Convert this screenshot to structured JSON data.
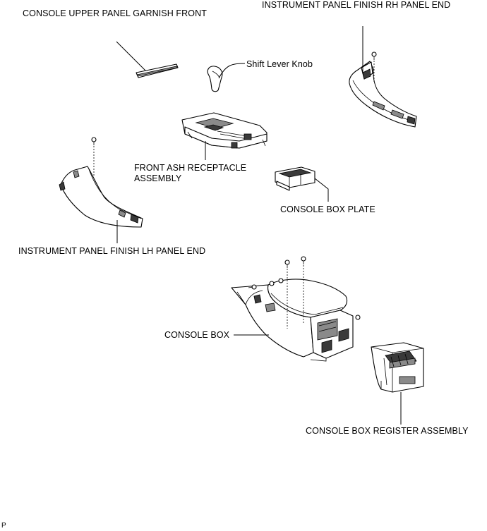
{
  "labels": {
    "console_upper_panel_garnish_front": "CONSOLE UPPER PANEL GARNISH FRONT",
    "instrument_panel_finish_rh_panel_end": "INSTRUMENT PANEL FINISH RH PANEL END",
    "shift_lever_knob": "Shift Lever Knob",
    "front_ash_receptacle_line1": "FRONT ASH RECEPTACLE",
    "front_ash_receptacle_line2": "ASSEMBLY",
    "console_box_plate": "CONSOLE BOX PLATE",
    "instrument_panel_finish_lh_panel_end": "INSTRUMENT PANEL FINISH LH PANEL END",
    "console_box": "CONSOLE BOX",
    "console_box_register_assembly": "CONSOLE BOX REGISTER ASSEMBLY"
  },
  "footer": {
    "code": "P"
  }
}
